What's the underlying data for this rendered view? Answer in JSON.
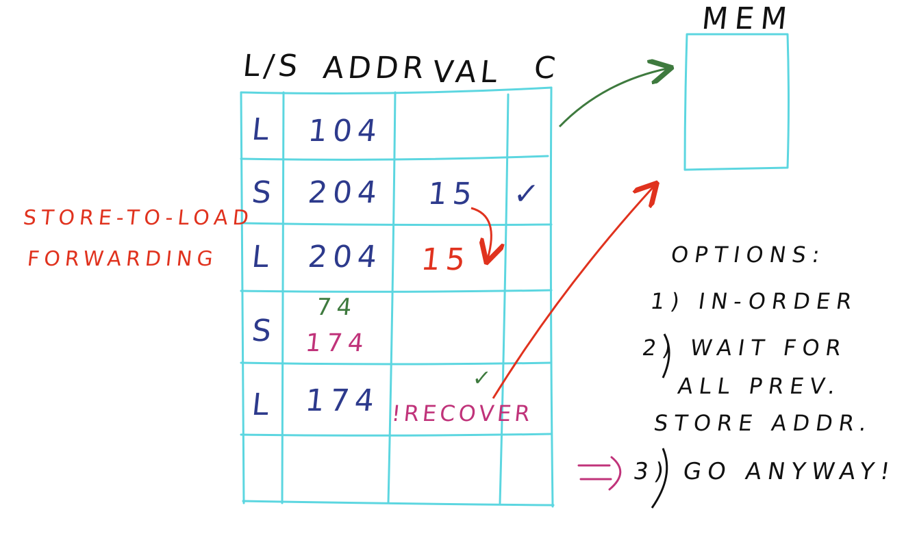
{
  "table": {
    "headers": [
      "L/S",
      "ADDR",
      "VAL",
      "C"
    ],
    "rows": [
      {
        "ls": "L",
        "addr": "104",
        "val": "",
        "c": ""
      },
      {
        "ls": "S",
        "addr": "204",
        "val": "15",
        "c": "✓"
      },
      {
        "ls": "L",
        "addr": "204",
        "val": "15",
        "c": ""
      },
      {
        "ls": "S",
        "addr_old": "74",
        "addr_new": "174",
        "val": "",
        "c": ""
      },
      {
        "ls": "L",
        "addr": "174",
        "check": "✓",
        "val": "!RECOVER",
        "c": ""
      },
      {
        "ls": "",
        "addr": "",
        "val": "",
        "c": ""
      }
    ]
  },
  "memory": {
    "label": "MEM"
  },
  "forwarding_label": {
    "line1": "STORE-TO-LOAD",
    "line2": "FORWARDING"
  },
  "options": {
    "title": "OPTIONS:",
    "item1": "1) IN-ORDER",
    "item2_line1": "2) WAIT FOR",
    "item2_line2": "ALL PREV.",
    "item2_line3": "STORE ADDR.",
    "item3_marker": "⇒",
    "item3": "3) GO ANYWAY!"
  },
  "colors": {
    "grid": "#5cd6e0",
    "entries": "#2d3a8c",
    "forwarding": "#e0321e",
    "memory_arrow": "#3e7a3e",
    "recover": "#c0337a"
  }
}
